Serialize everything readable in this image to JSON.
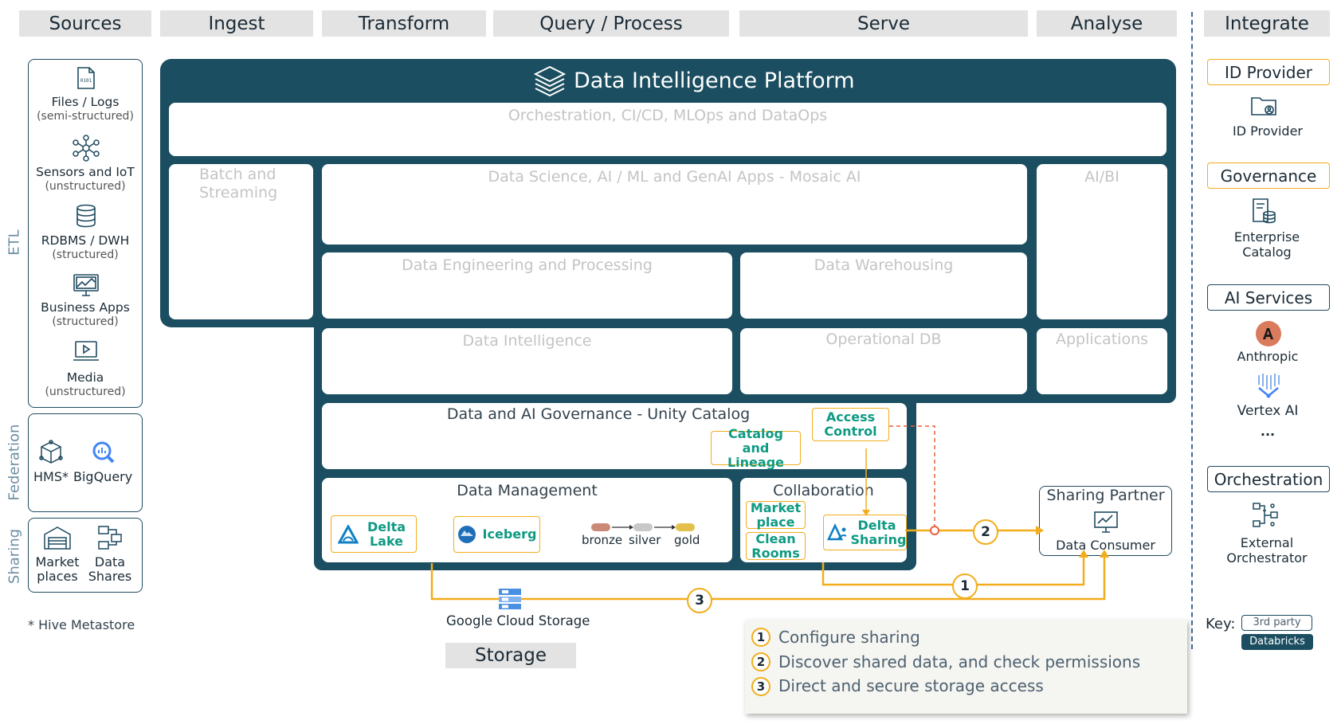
{
  "columns": [
    "Sources",
    "Ingest",
    "Transform",
    "Query / Process",
    "Serve",
    "Analyse",
    "Integrate"
  ],
  "side_labels": {
    "etl": "ETL",
    "federation": "Federation",
    "sharing": "Sharing"
  },
  "sources": [
    {
      "label": "Files / Logs",
      "sub": "(semi-structured)",
      "icon": "file-binary-icon"
    },
    {
      "label": "Sensors and IoT",
      "sub": "(unstructured)",
      "icon": "network-nodes-icon"
    },
    {
      "label": "RDBMS / DWH",
      "sub": "(structured)",
      "icon": "database-icon"
    },
    {
      "label": "Business Apps",
      "sub": "(structured)",
      "icon": "dashboard-monitor-icon"
    },
    {
      "label": "Media",
      "sub": "(unstructured)",
      "icon": "video-monitor-icon"
    }
  ],
  "federation": [
    {
      "label": "HMS*",
      "icon": "cube-icon"
    },
    {
      "label": "BigQuery",
      "icon": "bigquery-icon"
    }
  ],
  "sharing_sources": [
    {
      "label1": "Market",
      "label2": "places",
      "icon": "marketplace-icon"
    },
    {
      "label1": "Data",
      "label2": "Shares",
      "icon": "data-shares-icon"
    }
  ],
  "footnote": "* Hive Metastore",
  "platform": {
    "title": "Data Intelligence Platform",
    "orchestration": "Orchestration, CI/CD, MLOps and DataOps",
    "batch": "Batch and Streaming",
    "data_science": "Data Science, AI / ML and GenAI Apps - Mosaic AI",
    "aibi": "AI/BI",
    "data_engineering": "Data Engineering and Processing",
    "data_warehousing": "Data Warehousing",
    "data_intelligence": "Data Intelligence",
    "operational_db": "Operational DB",
    "applications": "Applications",
    "governance": "Data and AI Governance - Unity Catalog",
    "access_control": "Access Control",
    "catalog_lineage": "Catalog and Lineage",
    "data_management": "Data Management",
    "delta_lake": "Delta Lake",
    "iceberg": "Iceberg",
    "medallion": [
      "bronze",
      "silver",
      "gold"
    ],
    "medallion_colors": [
      "#c98a78",
      "#c8c8c8",
      "#e3c04a"
    ],
    "collaboration": "Collaboration",
    "marketplace": "Market place",
    "clean_rooms": "Clean Rooms",
    "delta_sharing": "Delta Sharing"
  },
  "sharing_partner": {
    "title": "Sharing Partner",
    "consumer": "Data Consumer"
  },
  "storage": {
    "gcs": "Google Cloud Storage",
    "label": "Storage"
  },
  "steps": [
    {
      "n": "1",
      "text": "Configure sharing"
    },
    {
      "n": "2",
      "text": "Discover shared data, and check permissions"
    },
    {
      "n": "3",
      "text": "Direct and secure storage access"
    }
  ],
  "integrate": {
    "id_provider_head": "ID Provider",
    "id_provider": "ID Provider",
    "governance_head": "Governance",
    "enterprise_catalog": "Enterprise Catalog",
    "ai_services_head": "AI Services",
    "anthropic": "Anthropic",
    "vertex": "Vertex AI",
    "ellipsis": "...",
    "orchestration_head": "Orchestration",
    "external_orchestrator": "External Orchestrator"
  },
  "key": {
    "label": "Key:",
    "third_party": "3rd party",
    "databricks": "Databricks"
  },
  "colors": {
    "accent": "#f2ad1b",
    "dark": "#1b4e60",
    "teal": "#0e9a83",
    "header_bg": "#e3e3e3"
  }
}
